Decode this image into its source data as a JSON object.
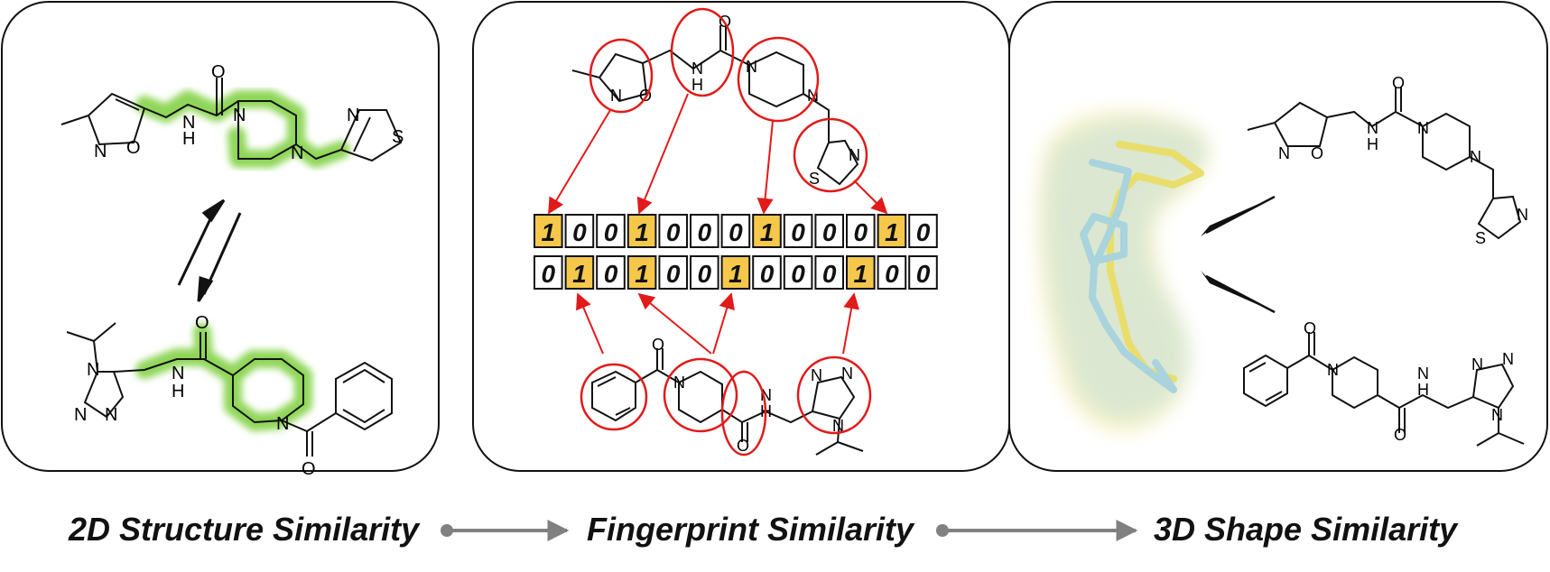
{
  "captions": {
    "structure_2d": "2D Structure Similarity",
    "fingerprint": "Fingerprint Similarity",
    "shape_3d": "3D Shape Similarity"
  },
  "atoms": {
    "N": "N",
    "O": "O",
    "S": "S",
    "H": "H"
  },
  "fingerprints": {
    "top": [
      "1",
      "0",
      "0",
      "1",
      "0",
      "0",
      "0",
      "1",
      "0",
      "0",
      "0",
      "1",
      "0"
    ],
    "bottom": [
      "0",
      "1",
      "0",
      "1",
      "0",
      "0",
      "1",
      "0",
      "0",
      "0",
      "1",
      "0",
      "0"
    ]
  },
  "colors": {
    "highlight_bit": "#f5c84c",
    "circle": "#e11a1a",
    "arrow": "#e11a1a",
    "green_glow": "#7ccf3a",
    "flow_arrow": "#808080",
    "shape_yellow": "#e9de6c",
    "shape_blue": "#a9d3dd"
  }
}
